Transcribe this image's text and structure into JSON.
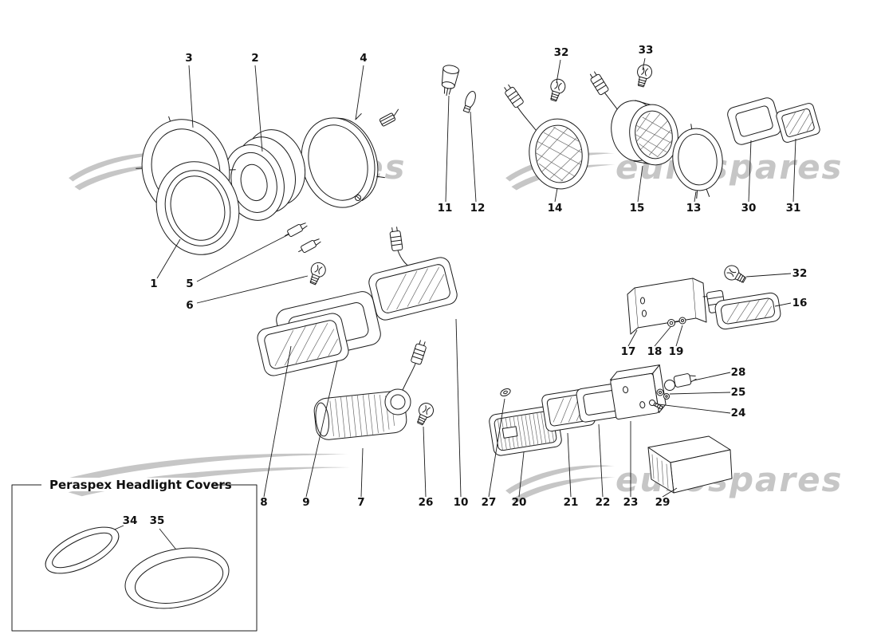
{
  "watermark": {
    "text": "eurospares"
  },
  "inset": {
    "title": "Peraspex Headlight Covers"
  },
  "parts": {
    "p1": "1",
    "p2": "2",
    "p3": "3",
    "p4": "4",
    "p5": "5",
    "p6": "6",
    "p7": "7",
    "p8": "8",
    "p9": "9",
    "p10": "10",
    "p11": "11",
    "p12": "12",
    "p13": "13",
    "p14": "14",
    "p15": "15",
    "p16": "16",
    "p17": "17",
    "p18": "18",
    "p19": "19",
    "p20": "20",
    "p21": "21",
    "p22": "22",
    "p23": "23",
    "p24": "24",
    "p25": "25",
    "p26": "26",
    "p27": "27",
    "p28": "28",
    "p29": "29",
    "p30": "30",
    "p31": "31",
    "p32": "32",
    "p33": "33",
    "p34": "34",
    "p35": "35"
  }
}
